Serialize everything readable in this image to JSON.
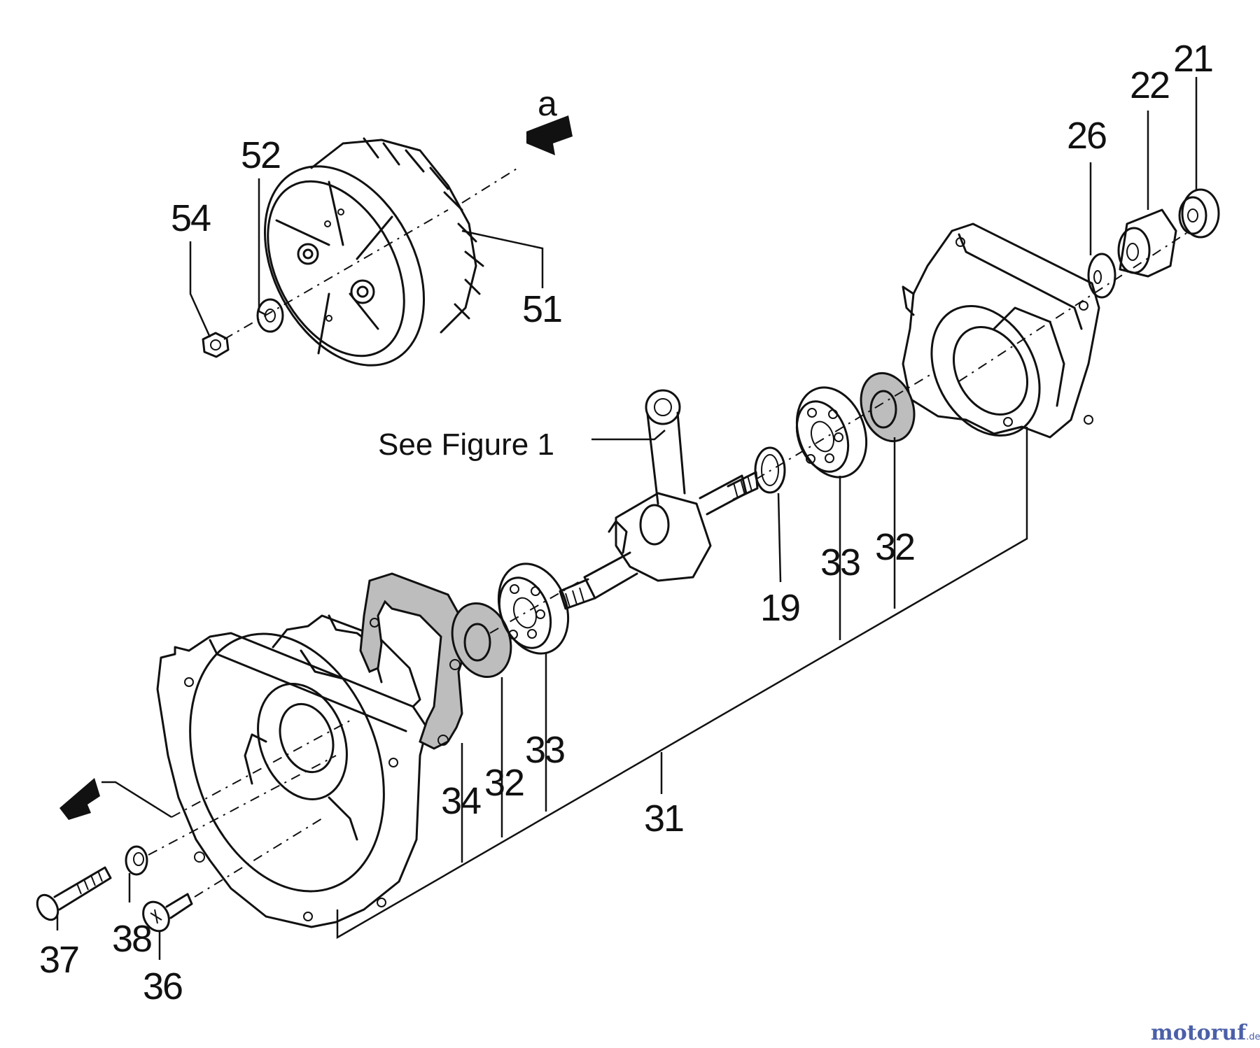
{
  "labels": {
    "p21": "21",
    "p22": "22",
    "p26": "26",
    "p51": "51",
    "p52": "52",
    "p54": "54",
    "p19": "19",
    "p33a": "33",
    "p32a": "32",
    "p33b": "33",
    "p32b": "32",
    "p34": "34",
    "p31": "31",
    "p37": "37",
    "p38": "38",
    "p36": "36"
  },
  "view_marker": "a",
  "reference_note": "See Figure 1",
  "watermark": {
    "brand_main": "motoruf",
    "brand_suffix": ".de"
  },
  "icons": [
    "view-arrow-icon",
    "exit-arrow-icon"
  ]
}
